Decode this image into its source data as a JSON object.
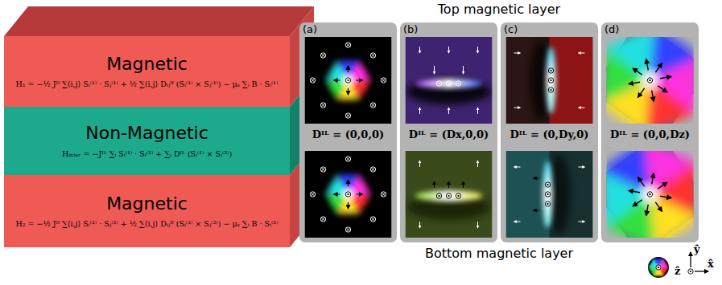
{
  "diagram": {
    "nodes": [
      {
        "text": [
          "Magnetic",
          "H₁ = −½ Jᴵᶠ ∑⟨i,j⟩ Sᵢ⁽¹⁾ · Sⱼ⁽¹⁾ + ½ ∑⟨i,j⟩ Dᵢⱼᴵᶠ (Sᵢ⁽¹⁾ × Sⱼ⁽¹⁾) − μₛ ∑ᵢ B · Sᵢ⁽¹⁾"
        ]
      },
      {
        "text": [
          "Non-Magnetic",
          "Hᵢₙₜₑᵣ = −Jᴵᴸ ∑ᵢ Sᵢ⁽¹⁾ · Sᵢ⁽²⁾ + ∑ᵢ Dᴵᴸ (Sᵢ⁽¹⁾ × Sᵢ⁽²⁾)"
        ]
      },
      {
        "text": [
          "Magnetic",
          "H₂ = −½ Jᴵᶠ ∑⟨i,j⟩ Sᵢ⁽²⁾ · Sⱼ⁽²⁾ + ½ ∑⟨i,j⟩ Dᵢⱼᴵᶠ (Sᵢ⁽²⁾ × Sⱼ⁽²⁾) − μₛ ∑ᵢ B · Sᵢ⁽²⁾"
        ]
      },
      {
        "text": [
          "(a)",
          "Dᴵᴸ = (0,0,0)"
        ]
      },
      {
        "text": [
          "(b)",
          "Dᴵᴸ = (Dx,0,0)"
        ]
      },
      {
        "text": [
          "(c)",
          "Dᴵᴸ = (0,Dy,0)"
        ]
      },
      {
        "text": [
          "(d)",
          "Dᴵᴸ = (0,0,Dz)"
        ]
      }
    ],
    "labels": [
      "Top magnetic layer",
      "Bottom magnetic layer",
      "ŷ",
      "ẑ",
      "x̂"
    ]
  }
}
